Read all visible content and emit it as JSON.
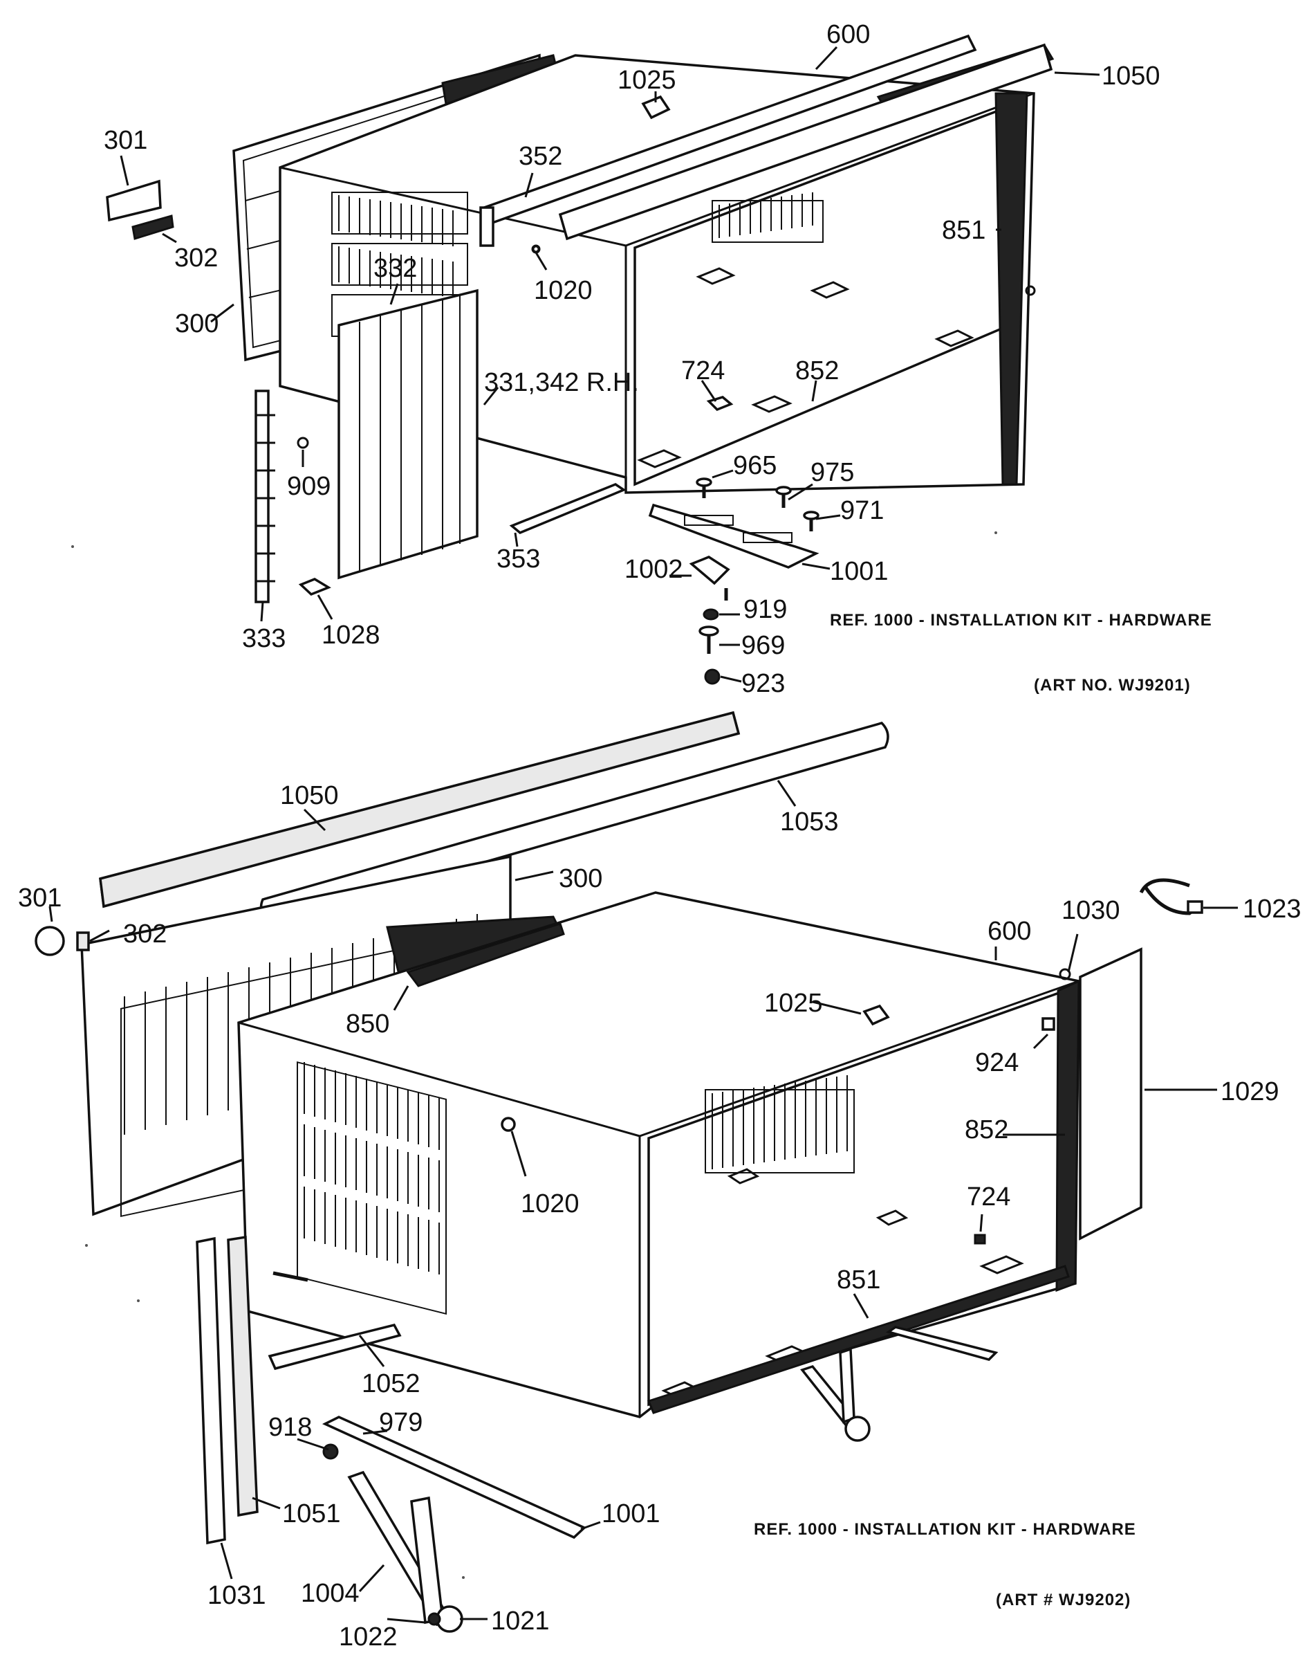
{
  "diagram1": {
    "caption": "REF. 1000 - INSTALLATION KIT - HARDWARE",
    "art_no": "(ART NO. WJ9201)",
    "labels": {
      "p600": "600",
      "p1050": "1050",
      "p1025": "1025",
      "p301": "301",
      "p352": "352",
      "p302": "302",
      "p851": "851",
      "p332": "332",
      "p1020": "1020",
      "p300": "300",
      "p331": "331,342 R.H.",
      "p724": "724",
      "p852": "852",
      "p909": "909",
      "p965": "965",
      "p975": "975",
      "p971": "971",
      "p353": "353",
      "p1002": "1002",
      "p1001": "1001",
      "p919": "919",
      "p333": "333",
      "p1028": "1028",
      "p969": "969",
      "p923": "923"
    }
  },
  "diagram2": {
    "caption": "REF. 1000 - INSTALLATION KIT - HARDWARE",
    "art_no": "(ART # WJ9202)",
    "labels": {
      "p1050": "1050",
      "p1053": "1053",
      "p300": "300",
      "p301": "301",
      "p302": "302",
      "p1030": "1030",
      "p1023": "1023",
      "p600": "600",
      "p1025": "1025",
      "p850": "850",
      "p924": "924",
      "p1029": "1029",
      "p852": "852",
      "p1020": "1020",
      "p724": "724",
      "p851": "851",
      "p1052": "1052",
      "p918": "918",
      "p979": "979",
      "p1051": "1051",
      "p1001": "1001",
      "p1004": "1004",
      "p1031": "1031",
      "p1022": "1022",
      "p1021": "1021"
    }
  }
}
